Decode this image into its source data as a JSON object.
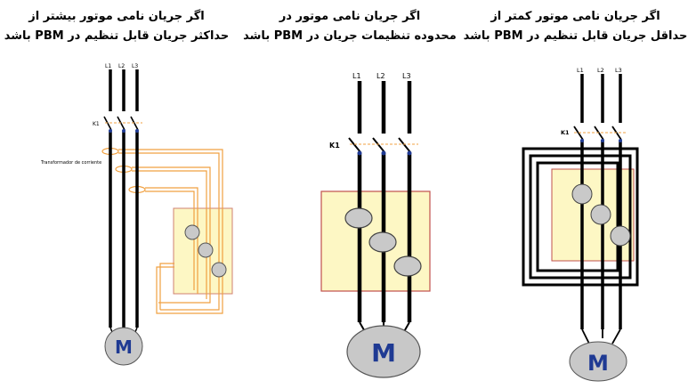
{
  "panels": [
    {
      "title_line1": "اگر جریان نامی موتور بیشتر از",
      "title_line2": "حداکثر جریان قابل تنظیم در  PBM باشد",
      "lines": [
        "L1",
        "L2",
        "L3"
      ],
      "switch_label": "K1",
      "ct_label": "Transformador de corriente",
      "motor": "M"
    },
    {
      "title_line1": "اگر جریان نامی موتور در",
      "title_line2": "محدوده تنظیمات جریان در PBM باشد",
      "lines": [
        "L1",
        "L2",
        "L3"
      ],
      "switch_label": "K1",
      "motor": "M"
    },
    {
      "title_line1": "اگر جریان نامی موتور کمتر از",
      "title_line2": "حداقل جریان قابل تنظیم در PBM باشد",
      "lines": [
        "L1",
        "L2",
        "L3"
      ],
      "switch_label": "K1",
      "motor": "M"
    }
  ],
  "colors": {
    "relay_fill": "#fdf7c4",
    "relay_border": "#c0504d",
    "ct_wire": "#f0a040",
    "switch_mark": "#f0a040",
    "terminal": "#1f3a93",
    "motor_fill": "#c8c8c8",
    "motor_text": "#1f3a93",
    "circle_fill": "#c9c9c9"
  }
}
